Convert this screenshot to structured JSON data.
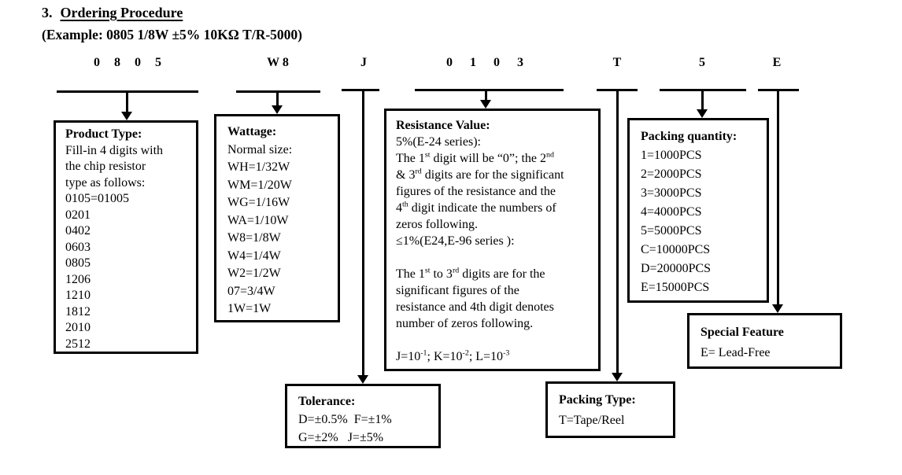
{
  "page": {
    "title_number": "3.",
    "title": "Ordering Procedure",
    "example": "(Example: 0805 1/8W ±5% 10KΩ T/R-5000)"
  },
  "code": {
    "segments": [
      {
        "label": "0 8 0 5"
      },
      {
        "label": "W 8"
      },
      {
        "label": "J"
      },
      {
        "label": "0 1 0 3"
      },
      {
        "label": "T"
      },
      {
        "label": "5"
      },
      {
        "label": "E"
      }
    ]
  },
  "boxes": {
    "product_type": {
      "title": "Product Type:",
      "lines": [
        "Fill-in 4 digits with",
        "the chip resistor",
        "type as follows:",
        "0105=01005",
        "0201",
        "0402",
        "0603",
        "0805",
        "1206",
        "1210",
        "1812",
        "2010",
        "2512"
      ]
    },
    "wattage": {
      "title": "Wattage:",
      "lines": [
        "Normal size:",
        "WH=1/32W",
        "WM=1/20W",
        "WG=1/16W",
        "WA=1/10W",
        "W8=1/8W",
        "W4=1/4W",
        "W2=1/2W",
        "07=3/4W",
        "1W=1W"
      ]
    },
    "resistance": {
      "title": "Resistance Value:",
      "lines": [
        [
          {
            "t": "5%(E-24 series):"
          }
        ],
        [
          {
            "t": "The 1"
          },
          {
            "t": "st",
            "sup": true
          },
          {
            "t": " digit will be “0”; the 2"
          },
          {
            "t": "nd",
            "sup": true
          }
        ],
        [
          {
            "t": "& 3"
          },
          {
            "t": "rd",
            "sup": true
          },
          {
            "t": " digits are for the significant"
          }
        ],
        [
          {
            "t": "figures of the resistance and the"
          }
        ],
        [
          {
            "t": "4"
          },
          {
            "t": "th",
            "sup": true
          },
          {
            "t": " digit indicate the numbers of"
          }
        ],
        [
          {
            "t": "zeros following."
          }
        ],
        [
          {
            "t": "≤1%(E24,E-96 series ):"
          }
        ],
        [],
        [
          {
            "t": "The 1"
          },
          {
            "t": "st",
            "sup": true
          },
          {
            "t": " to 3"
          },
          {
            "t": "rd",
            "sup": true
          },
          {
            "t": " digits are for the"
          }
        ],
        [
          {
            "t": "significant figures of the"
          }
        ],
        [
          {
            "t": "resistance and 4th digit denotes"
          }
        ],
        [
          {
            "t": "number of zeros following."
          }
        ],
        [],
        [
          {
            "t": "J=10"
          },
          {
            "t": "-1",
            "sup": true
          },
          {
            "t": "; K=10"
          },
          {
            "t": "-2",
            "sup": true
          },
          {
            "t": "; L=10"
          },
          {
            "t": "-3",
            "sup": true
          }
        ]
      ]
    },
    "packing_quantity": {
      "title": "Packing quantity:",
      "lines": [
        "1=1000PCS",
        "2=2000PCS",
        "3=3000PCS",
        "4=4000PCS",
        "5=5000PCS",
        "C=10000PCS",
        "D=20000PCS",
        "E=15000PCS"
      ]
    },
    "special_feature": {
      "title": "Special Feature",
      "lines": [
        "E= Lead-Free"
      ]
    },
    "tolerance": {
      "title": "Tolerance:",
      "lines": [
        "D=±0.5%  F=±1%",
        "G=±2%   J=±5%"
      ]
    },
    "packing_type": {
      "title": "Packing Type:",
      "lines": [
        "T=Tape/Reel"
      ]
    }
  },
  "colors": {
    "ink": "#000000",
    "paper": "#ffffff"
  }
}
